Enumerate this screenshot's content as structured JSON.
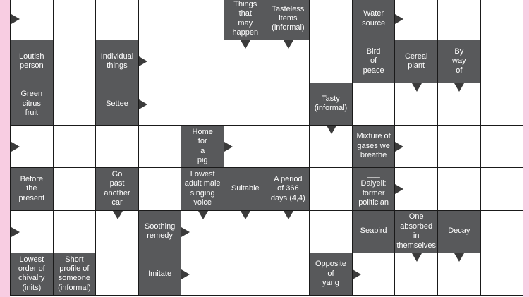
{
  "grid": {
    "rows": 7,
    "cols": 12
  },
  "colors": {
    "page": "#f8cde2",
    "clue_cell": "#58595b",
    "clue_text": "#ffffff",
    "arrow": "#3b3b3b"
  },
  "clues": [
    {
      "row": 0,
      "col": 5,
      "text": "Things\nthat\nmay\nhappen",
      "arrow": "down"
    },
    {
      "row": 0,
      "col": 6,
      "text": "Tasteless\nitems\n(informal)",
      "arrow": "down"
    },
    {
      "row": 0,
      "col": 8,
      "text": "Water\nsource",
      "arrow": "right"
    },
    {
      "row": 1,
      "col": 0,
      "text": "Loutish\nperson",
      "arrow": ""
    },
    {
      "row": 1,
      "col": 2,
      "text": "Individual\nthings",
      "arrow": "right"
    },
    {
      "row": 1,
      "col": 8,
      "text": "Bird\nof\npeace",
      "arrow": ""
    },
    {
      "row": 1,
      "col": 9,
      "text": "Cereal\nplant",
      "arrow": "down"
    },
    {
      "row": 1,
      "col": 10,
      "text": "By\nway\nof",
      "arrow": "down"
    },
    {
      "row": 2,
      "col": 0,
      "text": "Green\ncitrus\nfruit",
      "arrow": ""
    },
    {
      "row": 2,
      "col": 2,
      "text": "Settee",
      "arrow": "right"
    },
    {
      "row": 2,
      "col": 7,
      "text": "Tasty\n(informal)",
      "arrow": "down"
    },
    {
      "row": 3,
      "col": 4,
      "text": "Home\nfor\na\npig",
      "arrow": "right"
    },
    {
      "row": 3,
      "col": 8,
      "text": "Mixture of\ngases we\nbreathe",
      "arrow": "right"
    },
    {
      "row": 4,
      "col": 0,
      "text": "Before\nthe\npresent",
      "arrow": ""
    },
    {
      "row": 4,
      "col": 2,
      "text": "Go\npast\nanother\ncar",
      "arrow": "down"
    },
    {
      "row": 4,
      "col": 4,
      "text": "Lowest\nadult male\nsinging\nvoice",
      "arrow": "down"
    },
    {
      "row": 4,
      "col": 5,
      "text": "Suitable",
      "arrow": "down"
    },
    {
      "row": 4,
      "col": 6,
      "text": "A period\nof 366\ndays (4,4)",
      "arrow": "down"
    },
    {
      "row": 4,
      "col": 8,
      "text": "___\nDalyell:\nformer\npolitician",
      "arrow": "right"
    },
    {
      "row": 5,
      "col": 3,
      "text": "Soothing\nremedy",
      "arrow": "right"
    },
    {
      "row": 5,
      "col": 8,
      "text": "Seabird",
      "arrow": ""
    },
    {
      "row": 5,
      "col": 9,
      "text": "One\nabsorbed\nin\nthemselves",
      "arrow": "down"
    },
    {
      "row": 5,
      "col": 10,
      "text": "Decay",
      "arrow": "down"
    },
    {
      "row": 6,
      "col": 0,
      "text": "Lowest\norder of\nchivalry\n(inits)",
      "arrow": ""
    },
    {
      "row": 6,
      "col": 1,
      "text": "Short\nprofile of\nsomeone\n(informal)",
      "arrow": ""
    },
    {
      "row": 6,
      "col": 3,
      "text": "Imitate",
      "arrow": "right"
    },
    {
      "row": 6,
      "col": 7,
      "text": "Opposite\nof\nyang",
      "arrow": "right"
    }
  ],
  "edge_arrows": [
    {
      "row": 0,
      "col": 0,
      "dir": "right"
    },
    {
      "row": 3,
      "col": 0,
      "dir": "right"
    },
    {
      "row": 5,
      "col": 0,
      "dir": "right"
    }
  ]
}
